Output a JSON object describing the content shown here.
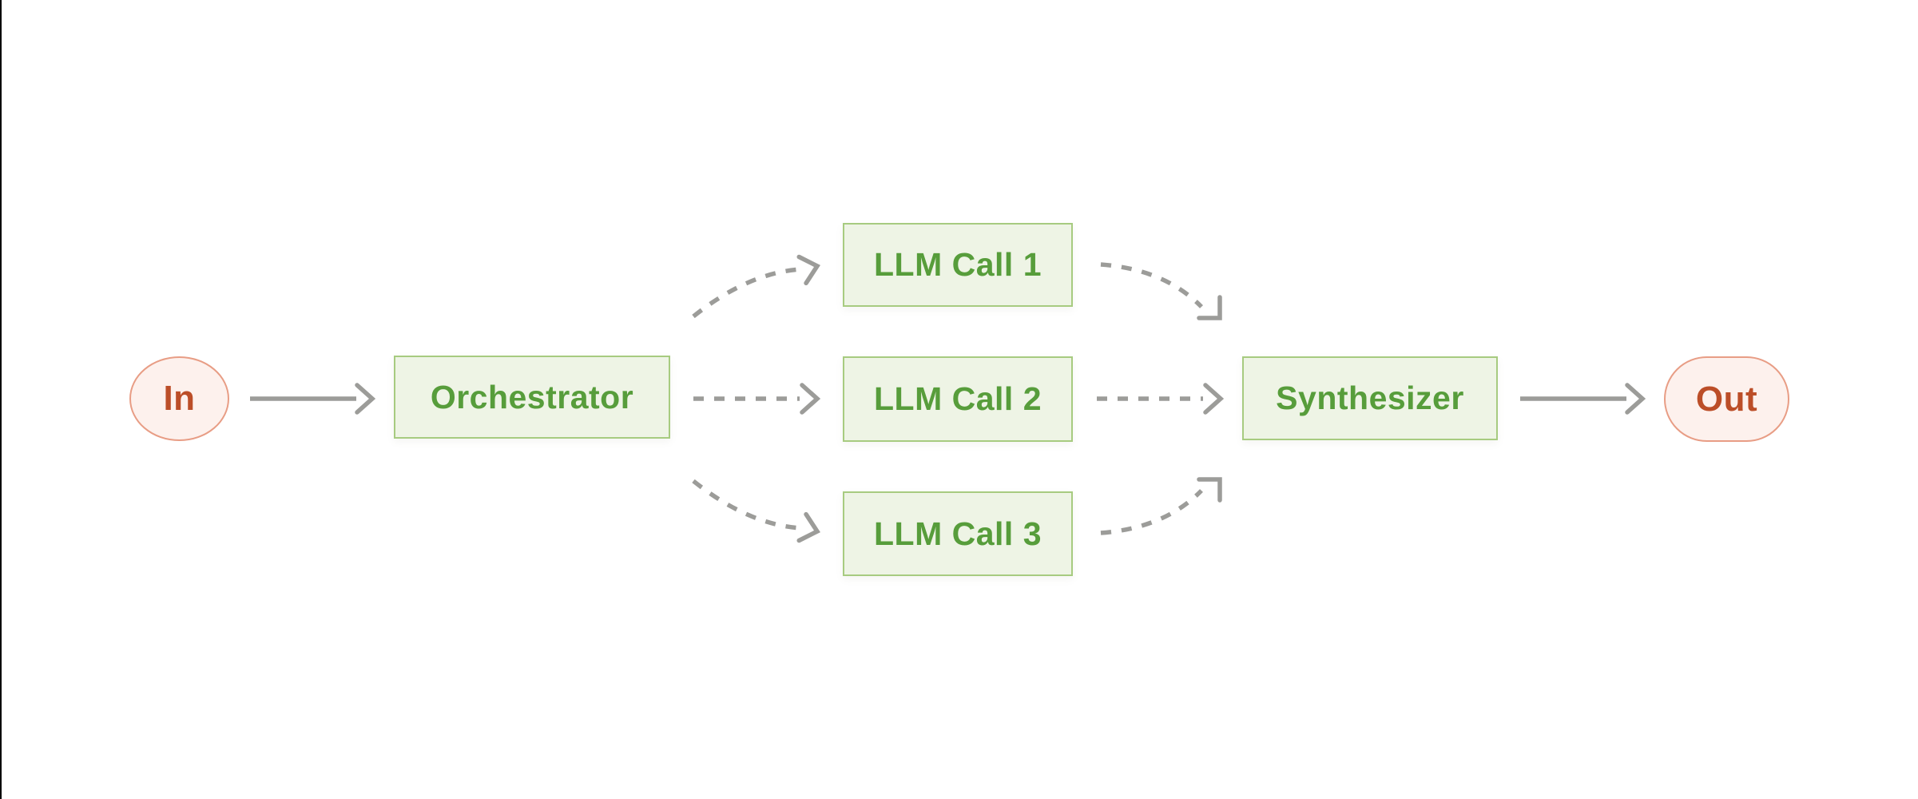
{
  "page": {
    "background": "#ffffff",
    "left_edge_line_color": "#000000"
  },
  "diagram": {
    "type": "flowchart",
    "nodes": {
      "in": {
        "label": "In",
        "shape": "circle"
      },
      "orchestrator": {
        "label": "Orchestrator",
        "shape": "rect"
      },
      "llm_call_1": {
        "label": "LLM Call 1",
        "shape": "rect"
      },
      "llm_call_2": {
        "label": "LLM Call 2",
        "shape": "rect"
      },
      "llm_call_3": {
        "label": "LLM Call 3",
        "shape": "rect"
      },
      "synthesizer": {
        "label": "Synthesizer",
        "shape": "rect"
      },
      "out": {
        "label": "Out",
        "shape": "pill"
      }
    },
    "edges": [
      {
        "from": "in",
        "to": "orchestrator",
        "style": "solid"
      },
      {
        "from": "orchestrator",
        "to": "llm_call_1",
        "style": "dashed"
      },
      {
        "from": "orchestrator",
        "to": "llm_call_2",
        "style": "dashed"
      },
      {
        "from": "orchestrator",
        "to": "llm_call_3",
        "style": "dashed"
      },
      {
        "from": "llm_call_1",
        "to": "synthesizer",
        "style": "dashed"
      },
      {
        "from": "llm_call_2",
        "to": "synthesizer",
        "style": "dashed"
      },
      {
        "from": "llm_call_3",
        "to": "synthesizer",
        "style": "dashed"
      },
      {
        "from": "synthesizer",
        "to": "out",
        "style": "solid"
      }
    ],
    "colors": {
      "terminal_fill": "#fdf1ed",
      "terminal_border": "#e89d85",
      "terminal_text": "#bc4e28",
      "process_fill": "#eef4e5",
      "process_border": "#a7cb80",
      "process_text": "#579d3b",
      "arrow": "#9c9c99"
    }
  }
}
